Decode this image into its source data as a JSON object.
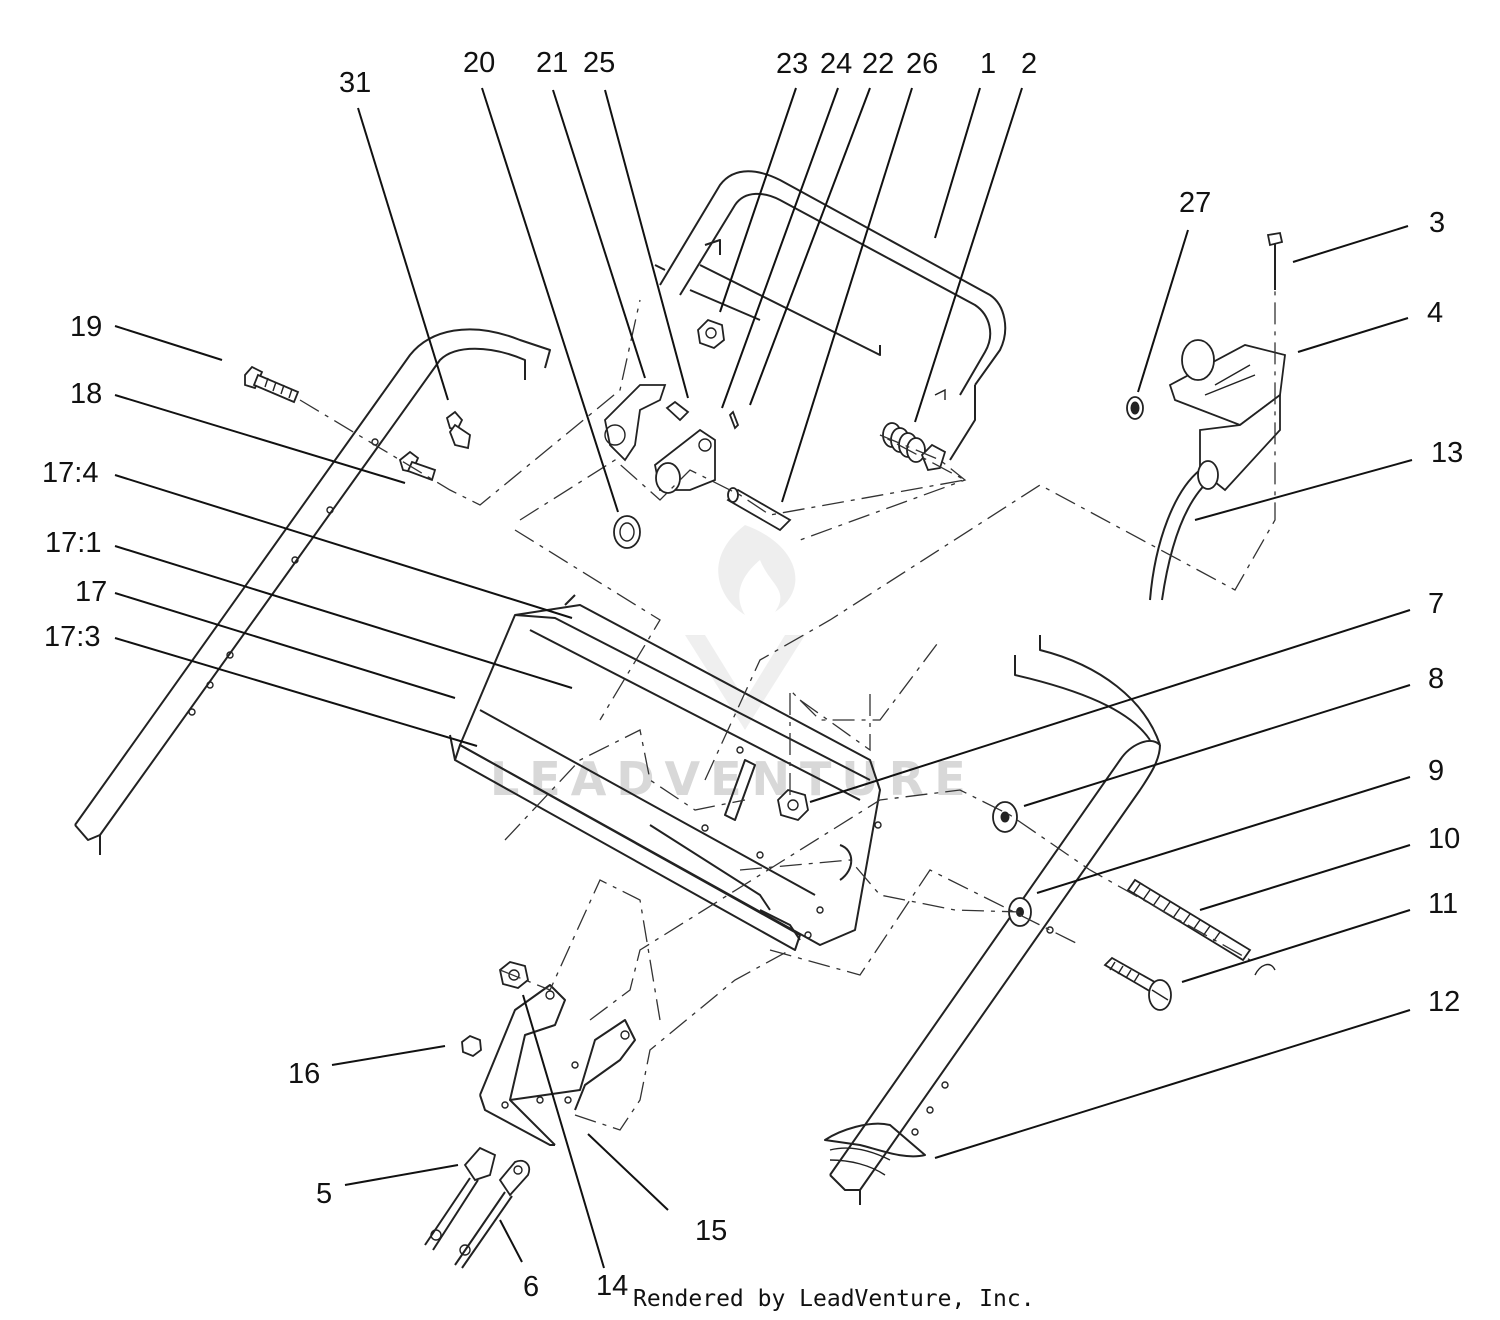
{
  "diagram": {
    "callouts": [
      {
        "id": "31",
        "text": "31"
      },
      {
        "id": "20",
        "text": "20"
      },
      {
        "id": "21",
        "text": "21"
      },
      {
        "id": "25",
        "text": "25"
      },
      {
        "id": "23",
        "text": "23"
      },
      {
        "id": "24",
        "text": "24"
      },
      {
        "id": "22",
        "text": "22"
      },
      {
        "id": "26",
        "text": "26"
      },
      {
        "id": "1",
        "text": "1"
      },
      {
        "id": "2",
        "text": "2"
      },
      {
        "id": "27",
        "text": "27"
      },
      {
        "id": "3",
        "text": "3"
      },
      {
        "id": "4",
        "text": "4"
      },
      {
        "id": "13",
        "text": "13"
      },
      {
        "id": "19",
        "text": "19"
      },
      {
        "id": "18",
        "text": "18"
      },
      {
        "id": "17_4",
        "text": "17:4"
      },
      {
        "id": "17_1",
        "text": "17:1"
      },
      {
        "id": "17",
        "text": "17"
      },
      {
        "id": "17_3",
        "text": "17:3"
      },
      {
        "id": "7",
        "text": "7"
      },
      {
        "id": "8",
        "text": "8"
      },
      {
        "id": "9",
        "text": "9"
      },
      {
        "id": "10",
        "text": "10"
      },
      {
        "id": "11",
        "text": "11"
      },
      {
        "id": "12",
        "text": "12"
      },
      {
        "id": "16",
        "text": "16"
      },
      {
        "id": "15",
        "text": "15"
      },
      {
        "id": "5",
        "text": "5"
      },
      {
        "id": "6",
        "text": "6"
      },
      {
        "id": "14",
        "text": "14"
      }
    ],
    "credit": "Rendered by LeadVenture, Inc.",
    "watermark": "LEADVENTURE"
  }
}
